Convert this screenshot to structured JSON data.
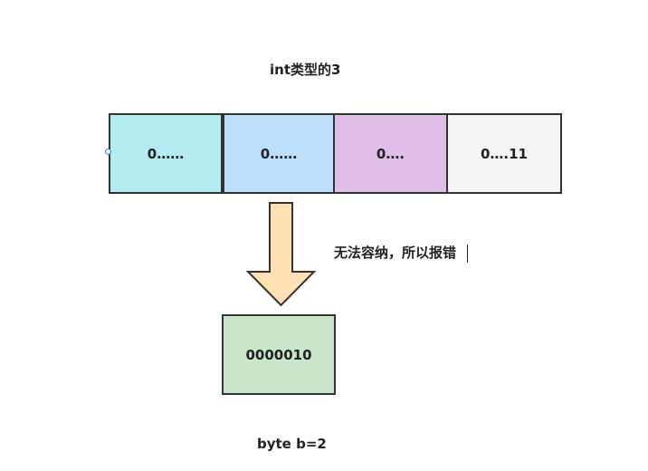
{
  "title": "int类型的3",
  "cells": [
    {
      "label": "0……",
      "fill": "#b2ebf2"
    },
    {
      "label": "0……",
      "fill": "#bbdefb"
    },
    {
      "label": "0….",
      "fill": "#e1bee7"
    },
    {
      "label": "0….11",
      "fill": "#f5f5f5"
    }
  ],
  "note": "无法容纳，所以报错",
  "byte_box": {
    "label": "0000010",
    "fill": "#c8e6c9"
  },
  "caption": "byte b=2",
  "colors": {
    "arrow_fill": "#ffe0b2",
    "border": "#333333",
    "handle": "#2f7fd8"
  }
}
